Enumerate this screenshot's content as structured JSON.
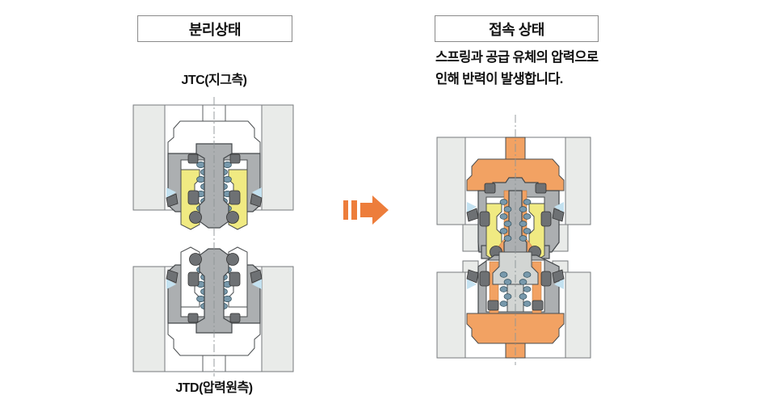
{
  "left_panel": {
    "title": "분리상태",
    "top_label": "JTC(지그측)",
    "bottom_label": "JTD(압력원측)"
  },
  "right_panel": {
    "title": "접속 상태",
    "description_line1": "스프링과 공급 유체의 압력으로",
    "description_line2": "인해 반력이 발생합니다."
  },
  "icons": {
    "arrow": "right-arrow-icon"
  },
  "colors": {
    "fluid_orange": "#f2a263",
    "arrow_orange": "#ed7d3b",
    "plate_gray": "#e9ebe9",
    "body_gray": "#acafb1",
    "sleeve_yellow": "#f0ea82",
    "spring_blue": "#7899ac",
    "seal_gray": "#6e7174",
    "wedge_blue": "#c3e1f0",
    "outline": "#4a4d4f",
    "background": "#ffffff"
  }
}
